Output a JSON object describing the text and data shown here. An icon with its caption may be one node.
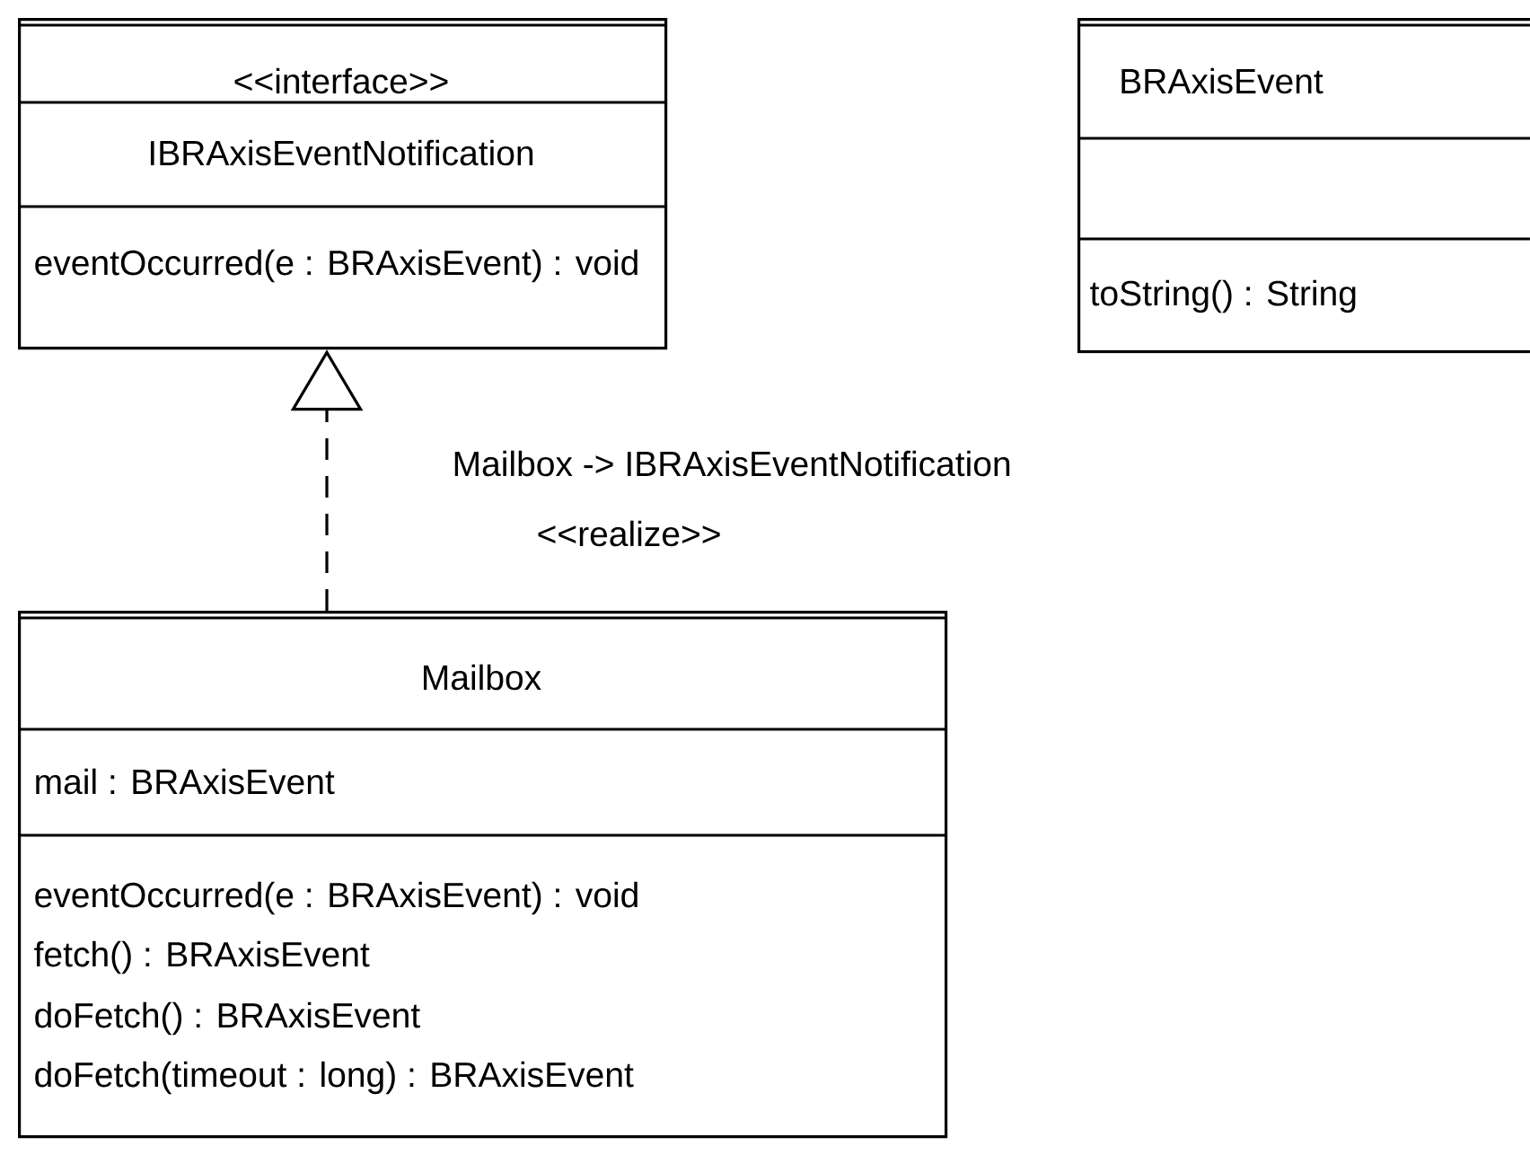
{
  "diagram": {
    "nodes": [
      {
        "text": [
          "<<interface>>",
          "IBRAxisEventNotification",
          "eventOccurred(e : BRAxisEvent) : void"
        ]
      },
      {
        "text": [
          "BRAxisEvent",
          "toString() : String"
        ]
      },
      {
        "text": [
          "Mailbox",
          "mail : BRAxisEvent",
          "eventOccurred(e : BRAxisEvent) : void",
          "fetch() : BRAxisEvent",
          "doFetch() : BRAxisEvent",
          "doFetch(timeout : long) : BRAxisEvent"
        ]
      }
    ],
    "edges": [
      {
        "from": 2,
        "to": 0,
        "arrow": "to",
        "style": "dashed",
        "label": "Mailbox -> IBRAxisEventNotification"
      }
    ],
    "labels": [
      "<<realize>>"
    ]
  }
}
